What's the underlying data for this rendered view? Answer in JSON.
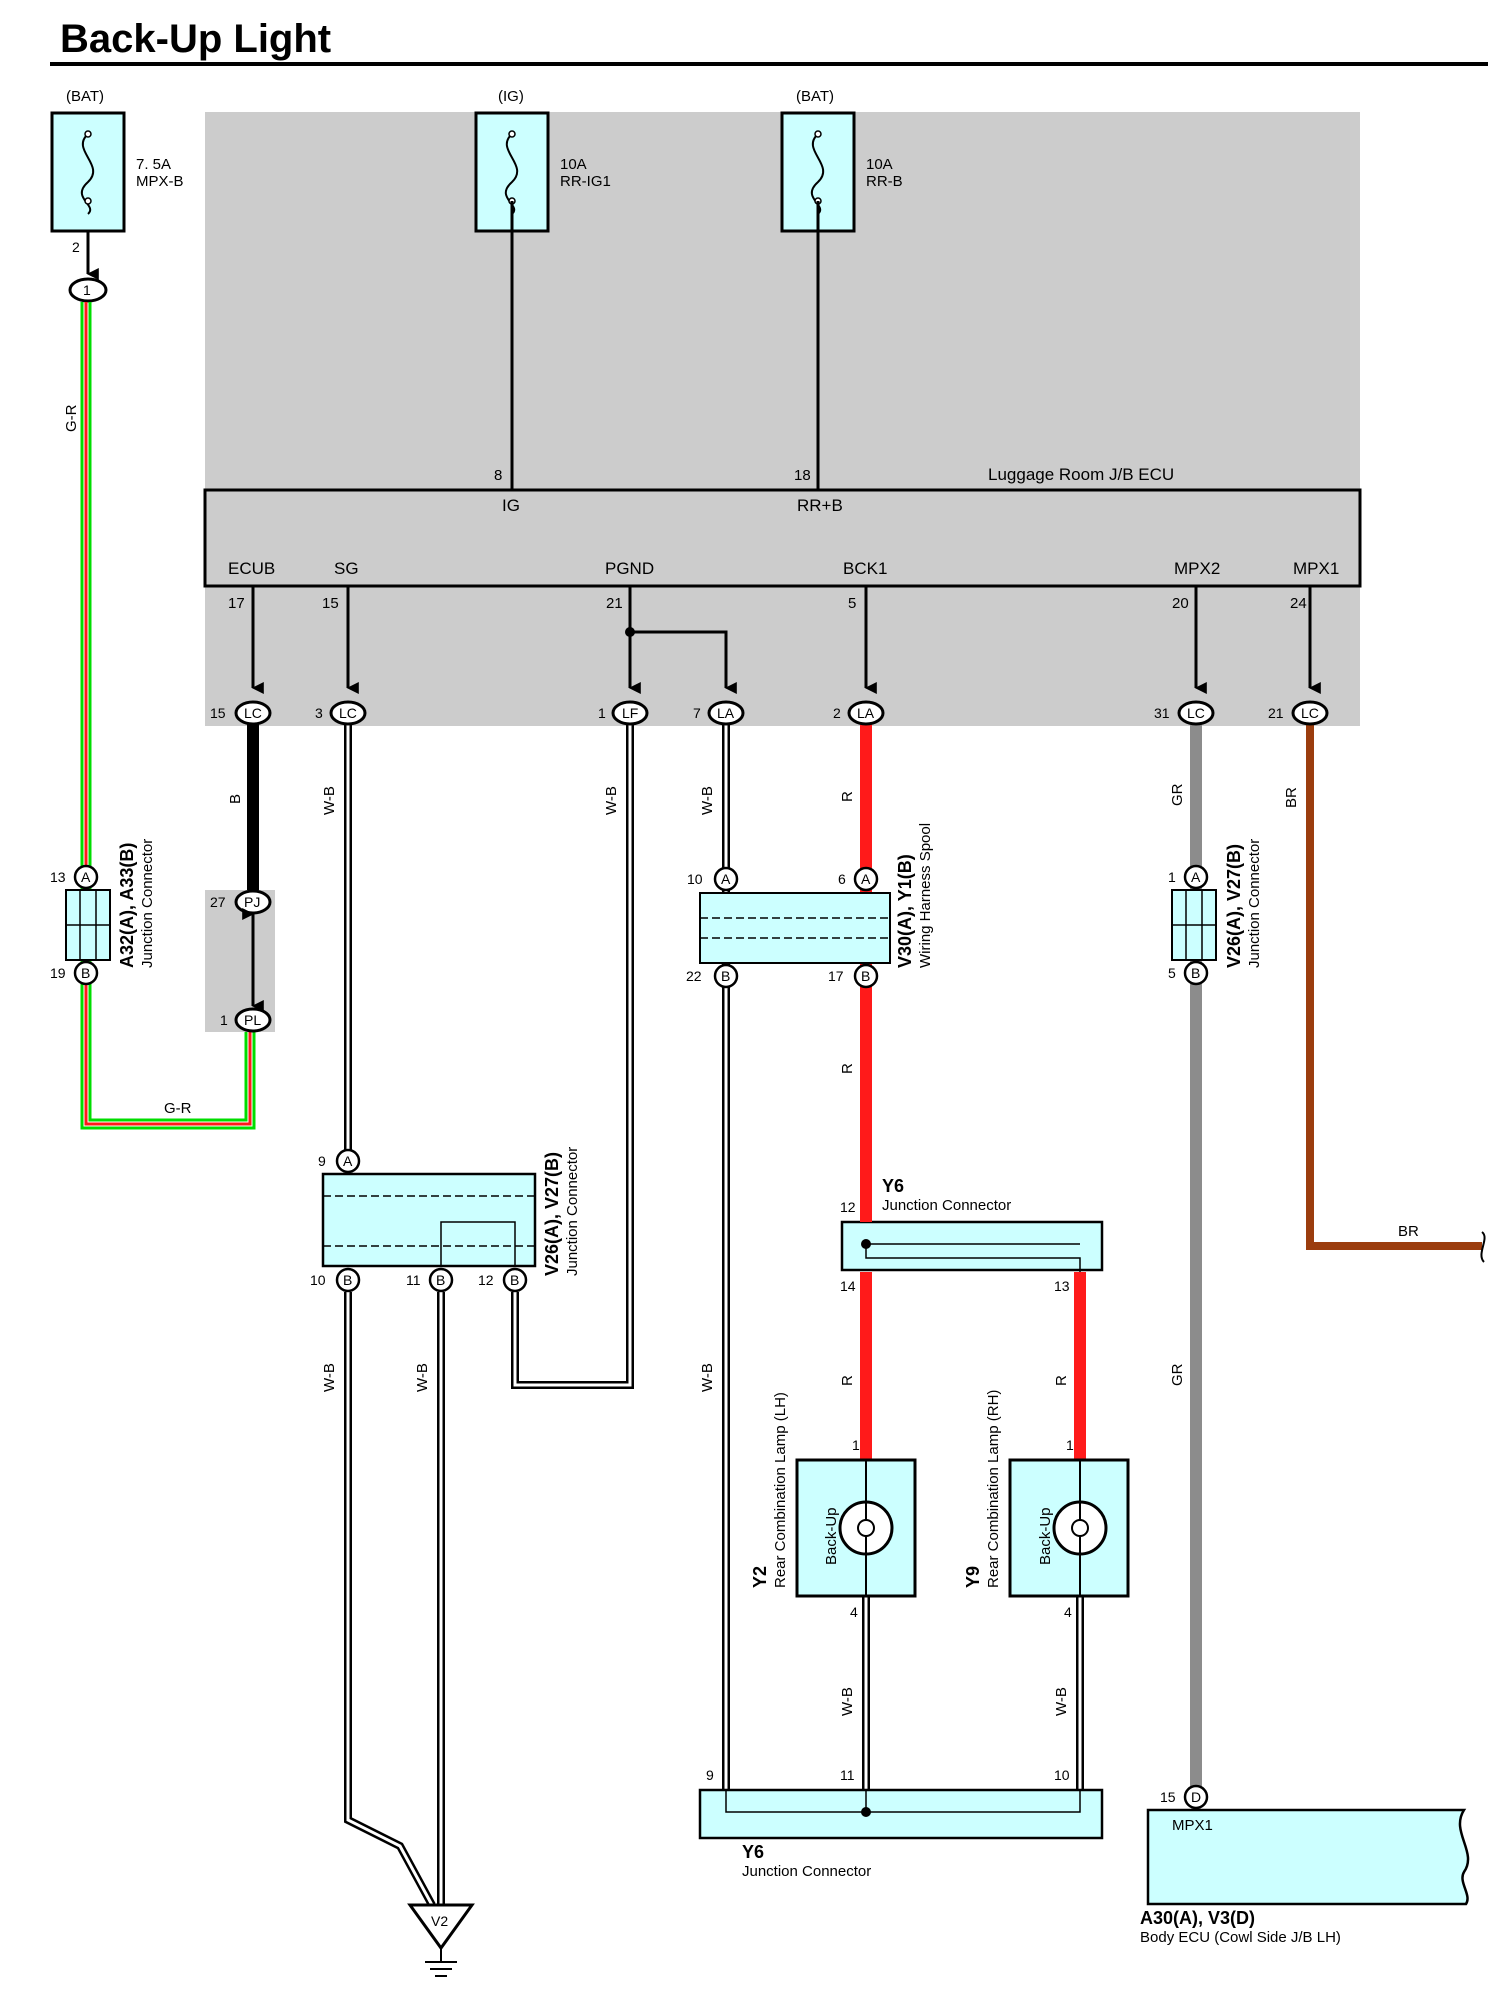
{
  "title": "Back-Up Light",
  "colors": {
    "gray_box": "#cccccc",
    "light_blue": "#ccffff",
    "wire_green": "#00dd00",
    "wire_red": "#ff1a1a",
    "wire_black": "#000000",
    "wire_gray": "#8c8c8c",
    "wire_brown": "#9b3d0e"
  },
  "fuses": [
    {
      "source": "(BAT)",
      "rating": "7. 5A",
      "name": "MPX-B"
    },
    {
      "source": "(IG)",
      "rating": "10A",
      "name": "RR-IG1"
    },
    {
      "source": "(BAT)",
      "rating": "10A",
      "name": "RR-B"
    }
  ],
  "ecu": {
    "name": "Luggage Room J/B ECU",
    "top_terminals": [
      {
        "pin": "8",
        "name": "IG"
      },
      {
        "pin": "18",
        "name": "RR+B"
      }
    ],
    "bottom_terminals": [
      {
        "name": "ECUB",
        "pin": "17"
      },
      {
        "name": "SG",
        "pin": "15"
      },
      {
        "name": "PGND",
        "pin": "21"
      },
      {
        "name": "BCK1",
        "pin": "5"
      },
      {
        "name": "MPX2",
        "pin": "20"
      },
      {
        "name": "MPX1",
        "pin": "24"
      }
    ]
  },
  "jb_connectors": [
    {
      "pin": "15",
      "code": "LC"
    },
    {
      "pin": "3",
      "code": "LC"
    },
    {
      "pin": "1",
      "code": "LF"
    },
    {
      "pin": "7",
      "code": "LA"
    },
    {
      "pin": "2",
      "code": "LA"
    },
    {
      "pin": "31",
      "code": "LC"
    },
    {
      "pin": "21",
      "code": "LC"
    }
  ],
  "fuse_pins": {
    "out_pin": "2",
    "connector": "1"
  },
  "wire_labels": {
    "g_r": "G-R",
    "b": "B",
    "w_b": "W-B",
    "r": "R",
    "gr": "GR",
    "br": "BR"
  },
  "pj": {
    "pin_top": "27",
    "code_top": "PJ",
    "pin_bottom": "1",
    "code_bottom": "PL"
  },
  "junction_a32": {
    "pin_a": "13",
    "letter_a": "A",
    "pin_b": "19",
    "letter_b": "B",
    "title": "A32(A), A33(B)",
    "subtitle": "Junction Connector"
  },
  "junction_v30": {
    "pin_a1": "10",
    "pin_a2": "6",
    "pin_b1": "22",
    "pin_b2": "17",
    "letter_a": "A",
    "letter_b": "B",
    "title": "V30(A), Y1(B)",
    "subtitle": "Wiring Harness Spool"
  },
  "junction_v26_right": {
    "pin_a": "1",
    "pin_b": "5",
    "letter_a": "A",
    "letter_b": "B",
    "title": "V26(A), V27(B)",
    "subtitle": "Junction Connector"
  },
  "junction_v26_left": {
    "pin_a": "9",
    "letter_a": "A",
    "pins_b": [
      "10",
      "11",
      "12"
    ],
    "letter_b": "B",
    "title": "V26(A), V27(B)",
    "subtitle": "Junction Connector"
  },
  "y6_top": {
    "code": "Y6",
    "name": "Junction Connector",
    "pin_in": "12",
    "pin_out1": "14",
    "pin_out2": "13"
  },
  "y6_bottom": {
    "code": "Y6",
    "name": "Junction Connector",
    "pin_1": "9",
    "pin_2": "11",
    "pin_3": "10"
  },
  "lamps": [
    {
      "code": "Y2",
      "name": "Rear Combination Lamp (LH)",
      "bulb": "Back-Up",
      "pin_in": "1",
      "pin_out": "4"
    },
    {
      "code": "Y9",
      "name": "Rear Combination Lamp (RH)",
      "bulb": "Back-Up",
      "pin_in": "1",
      "pin_out": "4"
    }
  ],
  "ground": {
    "code": "V2"
  },
  "body_ecu": {
    "pin": "15",
    "letter": "D",
    "terminal": "MPX1",
    "code": "A30(A), V3(D)",
    "name": "Body ECU (Cowl Side J/B LH)"
  }
}
